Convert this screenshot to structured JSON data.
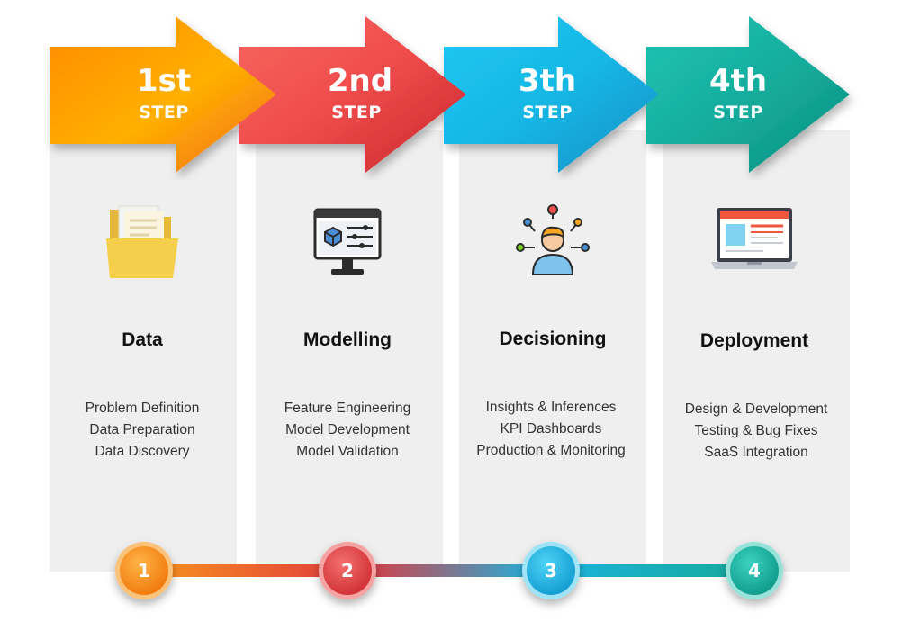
{
  "steps": [
    {
      "number": "1st",
      "step_word": "STEP",
      "title": "Data",
      "icon": "folder-icon",
      "items": [
        "Problem Definition",
        "Data Preparation",
        "Data Discovery"
      ],
      "badge": "1",
      "color": "#f7941d"
    },
    {
      "number": "2nd",
      "step_word": "STEP",
      "title": "Modelling",
      "icon": "monitor-settings-icon",
      "items": [
        "Feature Engineering",
        "Model Development",
        "Model Validation"
      ],
      "badge": "2",
      "color": "#e0393e"
    },
    {
      "number": "3th",
      "step_word": "STEP",
      "title": "Decisioning",
      "icon": "person-network-icon",
      "items": [
        "Insights & Inferences",
        "KPI Dashboards",
        "Production & Monitoring"
      ],
      "badge": "3",
      "color": "#1cb3e0"
    },
    {
      "number": "4th",
      "step_word": "STEP",
      "title": "Deployment",
      "icon": "laptop-webpage-icon",
      "items": [
        "Design & Development",
        "Testing & Bug Fixes",
        "SaaS Integration"
      ],
      "badge": "4",
      "color": "#16a99a"
    }
  ]
}
